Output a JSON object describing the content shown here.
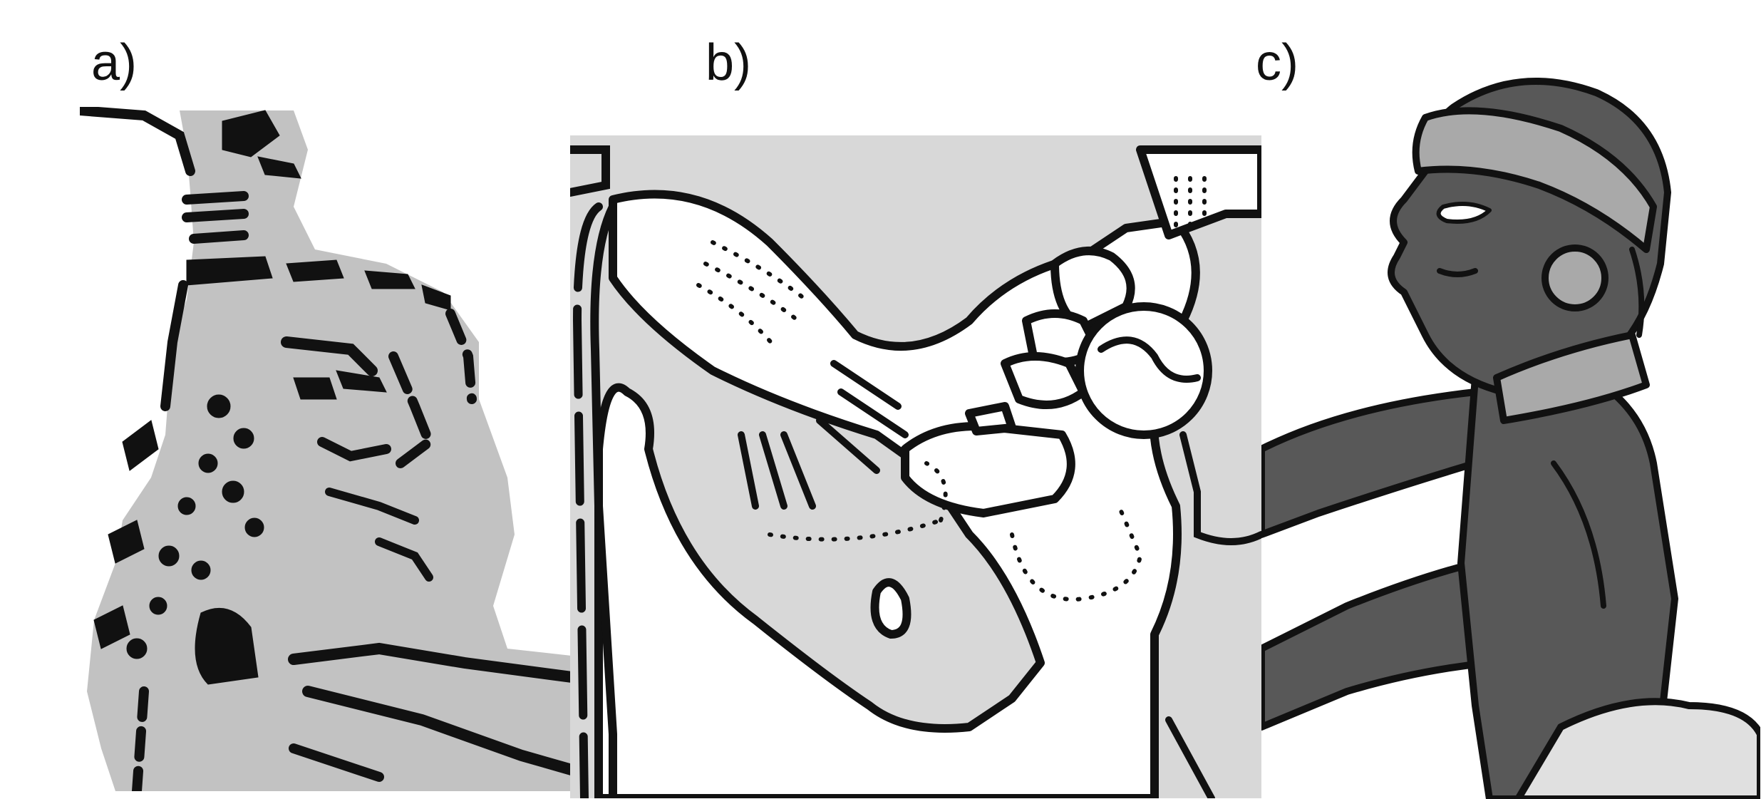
{
  "panels": [
    {
      "label": "a)"
    },
    {
      "label": "b)"
    },
    {
      "label": "c)"
    }
  ],
  "colors": {
    "ink": "#111111",
    "light_gray": "#c2c2c2",
    "panel_b_background": "#d8d8d8",
    "dark_gray": "#585858",
    "mid_gray": "#a9a9a9",
    "white": "#ffffff"
  }
}
